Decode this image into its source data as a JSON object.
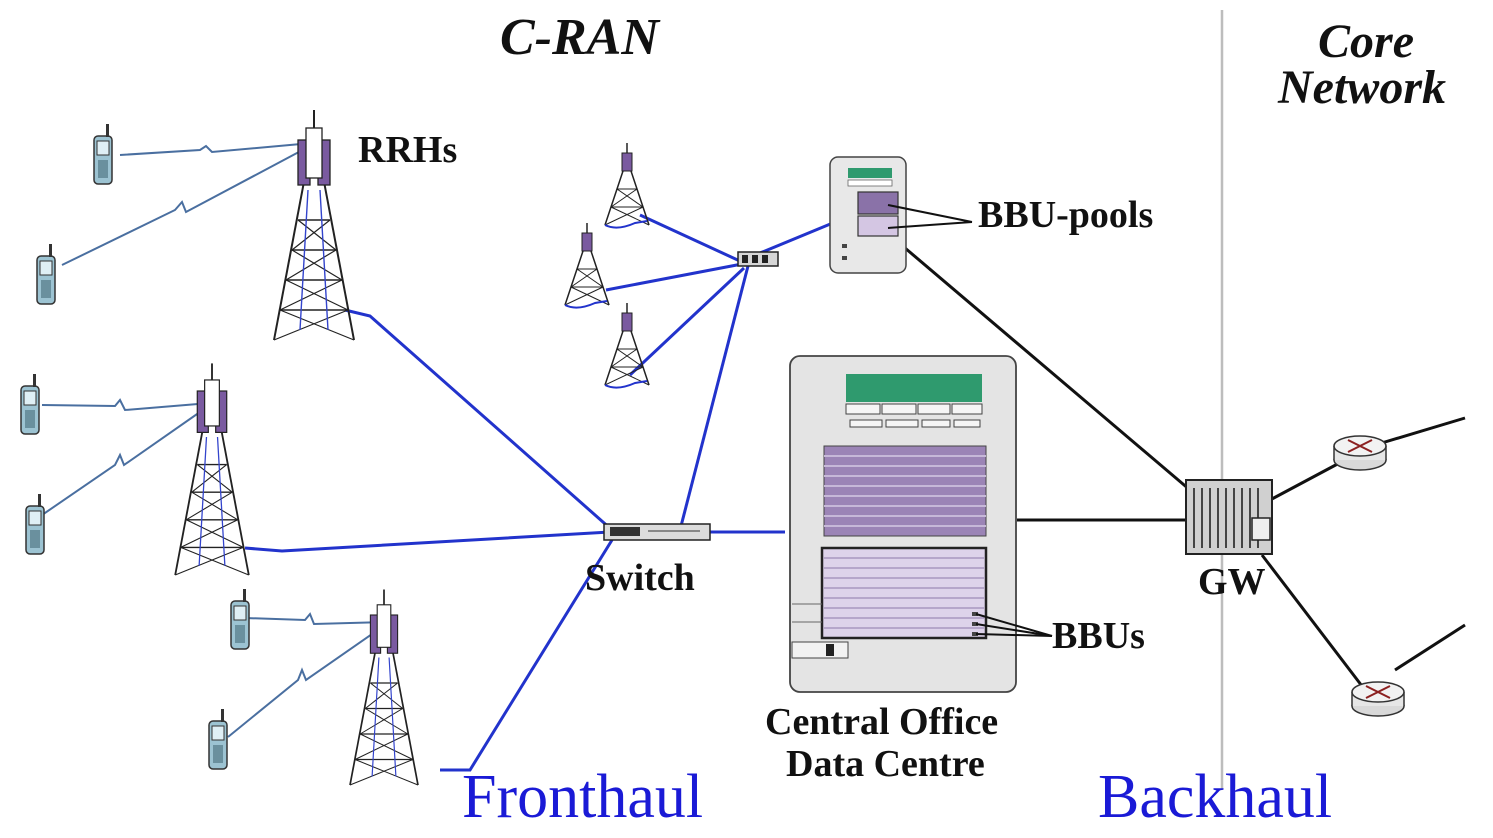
{
  "labels": {
    "cran": "C-RAN",
    "core_network_line1": "Core",
    "core_network_line2": "Network",
    "rrhs": "RRHs",
    "bbu_pools": "BBU-pools",
    "switch": "Switch",
    "bbus": "BBUs",
    "central_office_line1": "Central Office",
    "central_office_line2": "Data Centre",
    "gw": "GW",
    "fronthaul": "Fronthaul",
    "backhaul": "Backhaul"
  },
  "colors": {
    "fronthaul_link": "#2233cc",
    "backhaul_link": "#111111",
    "tower_accent": "#7a5aa0",
    "rack_body": "#e4e4e4",
    "rack_panel_green": "#2f9a6e",
    "divider": "#bdbdbd",
    "phone": "#8fb8c8"
  }
}
